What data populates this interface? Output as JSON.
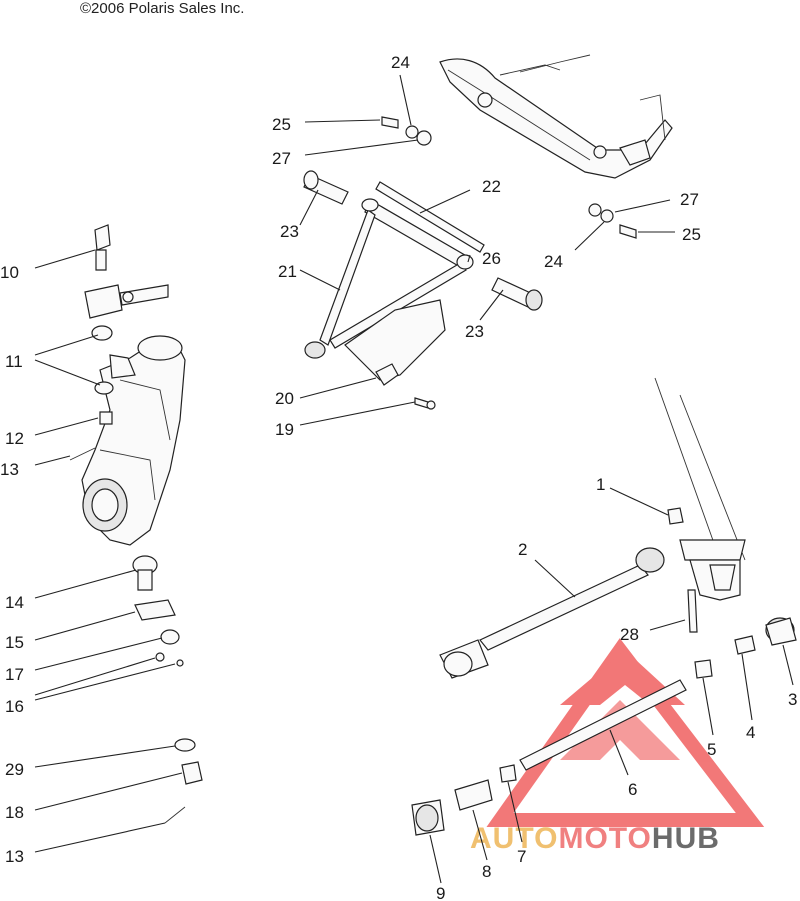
{
  "copyright": "©2006 Polaris Sales Inc.",
  "callouts": [
    "1",
    "2",
    "3",
    "4",
    "5",
    "6",
    "7",
    "8",
    "9",
    "10",
    "11",
    "12",
    "13",
    "14",
    "15",
    "16",
    "17",
    "18",
    "19",
    "20",
    "21",
    "22",
    "23",
    "24",
    "25",
    "26",
    "27",
    "28",
    "29"
  ],
  "watermark": {
    "part1": "AUTO",
    "part2": "MOTO",
    "part3": "HUB",
    "colors": {
      "auto": "#f0c070",
      "moto": "#f08080",
      "hub": "#6b6b6b",
      "logo": "#f06060"
    }
  }
}
